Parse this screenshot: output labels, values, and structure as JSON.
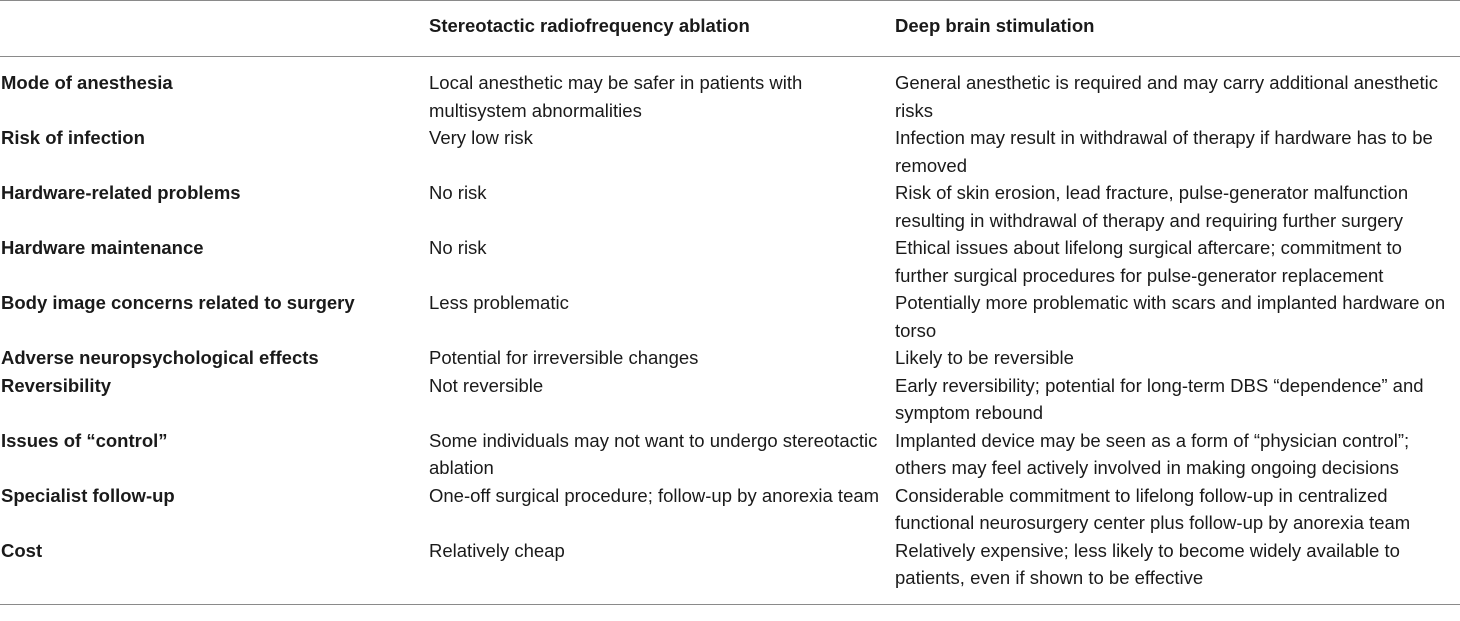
{
  "table": {
    "headers": [
      "",
      "Stereotactic radiofrequency ablation",
      "Deep brain stimulation"
    ],
    "rows": [
      {
        "label": "Mode of anesthesia",
        "srf": "Local anesthetic may be safer in patients with multisystem abnormalities",
        "dbs": "General anesthetic is required and may carry additional anesthetic risks"
      },
      {
        "label": "Risk of infection",
        "srf": "Very low risk",
        "dbs": "Infection may result in withdrawal of therapy if hardware has to be removed"
      },
      {
        "label": "Hardware-related problems",
        "srf": "No risk",
        "dbs": "Risk of skin erosion, lead fracture, pulse-generator malfunction resulting in withdrawal of therapy and requiring further surgery"
      },
      {
        "label": "Hardware maintenance",
        "srf": "No risk",
        "dbs": "Ethical issues about lifelong surgical aftercare; commitment to further surgical procedures for pulse-generator replacement"
      },
      {
        "label": "Body image concerns related to surgery",
        "srf": "Less problematic",
        "dbs": "Potentially more problematic with scars and implanted hardware on torso"
      },
      {
        "label": "Adverse neuropsychological effects",
        "srf": "Potential for irreversible changes",
        "dbs": "Likely to be reversible"
      },
      {
        "label": "Reversibility",
        "srf": "Not reversible",
        "dbs": "Early reversibility; potential for long-term DBS “dependence” and symptom rebound"
      },
      {
        "label": "Issues of “control”",
        "srf": "Some individuals may not want to undergo stereotactic ablation",
        "dbs": "Implanted device may be seen as a form of “physician control”; others may feel actively involved in making ongoing decisions"
      },
      {
        "label": "Specialist follow-up",
        "srf": "One-off surgical procedure; follow-up by anorexia team",
        "dbs": "Considerable commitment to lifelong follow-up in centralized functional neurosurgery center plus follow-up by anorexia team"
      },
      {
        "label": "Cost",
        "srf": "Relatively cheap",
        "dbs": "Relatively expensive; less likely to become widely available to patients, even if shown to be effective"
      }
    ]
  }
}
